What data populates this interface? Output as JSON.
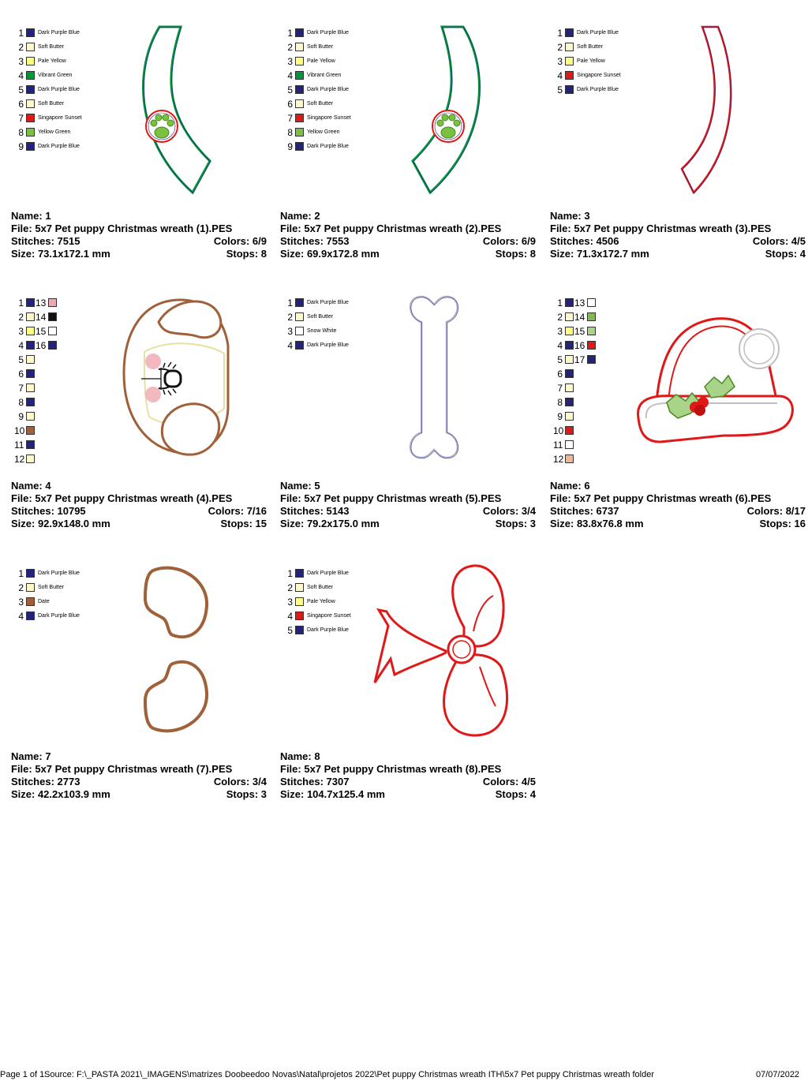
{
  "colors": {
    "dark_purple_blue": "#23237a",
    "soft_butter": "#fff8c8",
    "pale_yellow": "#ffff80",
    "vibrant_green": "#00963a",
    "singapore_sunset": "#e01818",
    "yellow_green": "#7ac142",
    "snow_white": "#ffffff",
    "date": "#a0603a",
    "pink": "#f0a8b0",
    "black": "#111111",
    "light_green": "#a8d48a",
    "peach": "#f0b890",
    "brown": "#8a5030"
  },
  "designs": [
    {
      "legend": [
        {
          "n": "1",
          "name": "Dark Purple Blue",
          "color": "#23237a"
        },
        {
          "n": "2",
          "name": "Soft Butter",
          "color": "#fff8c8"
        },
        {
          "n": "3",
          "name": "Pale Yellow",
          "color": "#ffff80"
        },
        {
          "n": "4",
          "name": "Vibrant Green",
          "color": "#00963a"
        },
        {
          "n": "5",
          "name": "Dark Purple Blue",
          "color": "#23237a"
        },
        {
          "n": "6",
          "name": "Soft Butter",
          "color": "#fff8c8"
        },
        {
          "n": "7",
          "name": "Singapore Sunset",
          "color": "#e01818"
        },
        {
          "n": "8",
          "name": "Yellow Green",
          "color": "#7ac142"
        },
        {
          "n": "9",
          "name": "Dark Purple Blue",
          "color": "#23237a"
        }
      ],
      "name": "Name: 1",
      "file": "File: 5x7 Pet puppy Christmas wreath (1).PES",
      "stitches": "Stitches: 7515",
      "colors": "Colors: 6/9",
      "size": "Size: 73.1x172.1 mm",
      "stops": "Stops: 8"
    },
    {
      "legend": [
        {
          "n": "1",
          "name": "Dark Purple Blue",
          "color": "#23237a"
        },
        {
          "n": "2",
          "name": "Soft Butter",
          "color": "#fff8c8"
        },
        {
          "n": "3",
          "name": "Pale Yellow",
          "color": "#ffff80"
        },
        {
          "n": "4",
          "name": "Vibrant Green",
          "color": "#00963a"
        },
        {
          "n": "5",
          "name": "Dark Purple Blue",
          "color": "#23237a"
        },
        {
          "n": "6",
          "name": "Soft Butter",
          "color": "#fff8c8"
        },
        {
          "n": "7",
          "name": "Singapore Sunset",
          "color": "#e01818"
        },
        {
          "n": "8",
          "name": "Yellow Green",
          "color": "#7ac142"
        },
        {
          "n": "9",
          "name": "Dark Purple Blue",
          "color": "#23237a"
        }
      ],
      "name": "Name: 2",
      "file": "File: 5x7 Pet puppy Christmas wreath (2).PES",
      "stitches": "Stitches: 7553",
      "colors": "Colors: 6/9",
      "size": "Size: 69.9x172.8 mm",
      "stops": "Stops: 8"
    },
    {
      "legend": [
        {
          "n": "1",
          "name": "Dark Purple Blue",
          "color": "#23237a"
        },
        {
          "n": "2",
          "name": "Soft Butter",
          "color": "#fff8c8"
        },
        {
          "n": "3",
          "name": "Pale Yellow",
          "color": "#ffff80"
        },
        {
          "n": "4",
          "name": "Singapore Sunset",
          "color": "#e01818"
        },
        {
          "n": "5",
          "name": "Dark Purple Blue",
          "color": "#23237a"
        }
      ],
      "name": "Name: 3",
      "file": "File: 5x7 Pet puppy Christmas wreath (3).PES",
      "stitches": "Stitches: 4506",
      "colors": "Colors: 4/5",
      "size": "Size: 71.3x172.7 mm",
      "stops": "Stops: 4"
    },
    {
      "legend": [
        {
          "n": "1",
          "color": "#23237a"
        },
        {
          "n": "2",
          "color": "#fff8c8"
        },
        {
          "n": "3",
          "color": "#ffff80"
        },
        {
          "n": "4",
          "color": "#23237a"
        },
        {
          "n": "5",
          "color": "#fff8c8"
        },
        {
          "n": "6",
          "color": "#23237a"
        },
        {
          "n": "7",
          "color": "#fff8c8"
        },
        {
          "n": "8",
          "color": "#23237a"
        },
        {
          "n": "9",
          "color": "#fff8c8"
        },
        {
          "n": "10",
          "color": "#a0603a"
        },
        {
          "n": "11",
          "color": "#23237a"
        },
        {
          "n": "12",
          "color": "#fff8c8"
        }
      ],
      "legend_col2": [
        {
          "n": "13",
          "color": "#f0a8b0"
        },
        {
          "n": "14",
          "color": "#111111"
        },
        {
          "n": "15",
          "color": "#ffffff"
        },
        {
          "n": "16",
          "color": "#23237a"
        }
      ],
      "name": "Name: 4",
      "file": "File: 5x7 Pet puppy Christmas wreath (4).PES",
      "stitches": "Stitches: 10795",
      "colors": "Colors: 7/16",
      "size": "Size: 92.9x148.0 mm",
      "stops": "Stops: 15"
    },
    {
      "legend": [
        {
          "n": "1",
          "name": "Dark Purple Blue",
          "color": "#23237a"
        },
        {
          "n": "2",
          "name": "Soft Butter",
          "color": "#fff8c8"
        },
        {
          "n": "3",
          "name": "Snow White",
          "color": "#ffffff"
        },
        {
          "n": "4",
          "name": "Dark Purple Blue",
          "color": "#23237a"
        }
      ],
      "name": "Name: 5",
      "file": "File: 5x7 Pet puppy Christmas wreath (5).PES",
      "stitches": "Stitches: 5143",
      "colors": "Colors: 3/4",
      "size": "Size: 79.2x175.0 mm",
      "stops": "Stops: 3"
    },
    {
      "legend": [
        {
          "n": "1",
          "color": "#23237a"
        },
        {
          "n": "2",
          "color": "#fff8c8"
        },
        {
          "n": "3",
          "color": "#ffff80"
        },
        {
          "n": "4",
          "color": "#23237a"
        },
        {
          "n": "5",
          "color": "#fff8c8"
        },
        {
          "n": "6",
          "color": "#23237a"
        },
        {
          "n": "7",
          "color": "#fff8c8"
        },
        {
          "n": "8",
          "color": "#23237a"
        },
        {
          "n": "9",
          "color": "#fff8c8"
        },
        {
          "n": "10",
          "color": "#e01818"
        },
        {
          "n": "11",
          "color": "#ffffff"
        },
        {
          "n": "12",
          "color": "#f0b890"
        }
      ],
      "legend_col2": [
        {
          "n": "13",
          "color": "#ffffff"
        },
        {
          "n": "14",
          "color": "#7ac142"
        },
        {
          "n": "15",
          "color": "#a8d48a"
        },
        {
          "n": "16",
          "color": "#e01818"
        },
        {
          "n": "17",
          "color": "#23237a"
        }
      ],
      "name": "Name: 6",
      "file": "File: 5x7 Pet puppy Christmas wreath (6).PES",
      "stitches": "Stitches: 6737",
      "colors": "Colors: 8/17",
      "size": "Size: 83.8x76.8 mm",
      "stops": "Stops: 16"
    },
    {
      "legend": [
        {
          "n": "1",
          "name": "Dark Purple Blue",
          "color": "#23237a"
        },
        {
          "n": "2",
          "name": "Soft Butter",
          "color": "#fff8c8"
        },
        {
          "n": "3",
          "name": "Date",
          "color": "#a0603a"
        },
        {
          "n": "4",
          "name": "Dark Purple Blue",
          "color": "#23237a"
        }
      ],
      "name": "Name: 7",
      "file": "File: 5x7 Pet puppy Christmas wreath (7).PES",
      "stitches": "Stitches: 2773",
      "colors": "Colors: 3/4",
      "size": "Size: 42.2x103.9 mm",
      "stops": "Stops: 3"
    },
    {
      "legend": [
        {
          "n": "1",
          "name": "Dark Purple Blue",
          "color": "#23237a"
        },
        {
          "n": "2",
          "name": "Soft Butter",
          "color": "#fff8c8"
        },
        {
          "n": "3",
          "name": "Pale Yellow",
          "color": "#ffff80"
        },
        {
          "n": "4",
          "name": "Singapore Sunset",
          "color": "#e01818"
        },
        {
          "n": "5",
          "name": "Dark Purple Blue",
          "color": "#23237a"
        }
      ],
      "name": "Name: 8",
      "file": "File: 5x7 Pet puppy Christmas wreath (8).PES",
      "stitches": "Stitches: 7307",
      "colors": "Colors: 4/5",
      "size": "Size: 104.7x125.4 mm",
      "stops": "Stops: 4"
    }
  ],
  "footer": {
    "page": "Page 1 of 1",
    "source": "Source: F:\\_PASTA 2021\\_IMAGENS\\matrizes Doobeedoo Novas\\Natal\\projetos 2022\\Pet puppy Christmas wreath ITH\\5x7 Pet puppy Christmas wreath folder",
    "date": "07/07/2022"
  }
}
